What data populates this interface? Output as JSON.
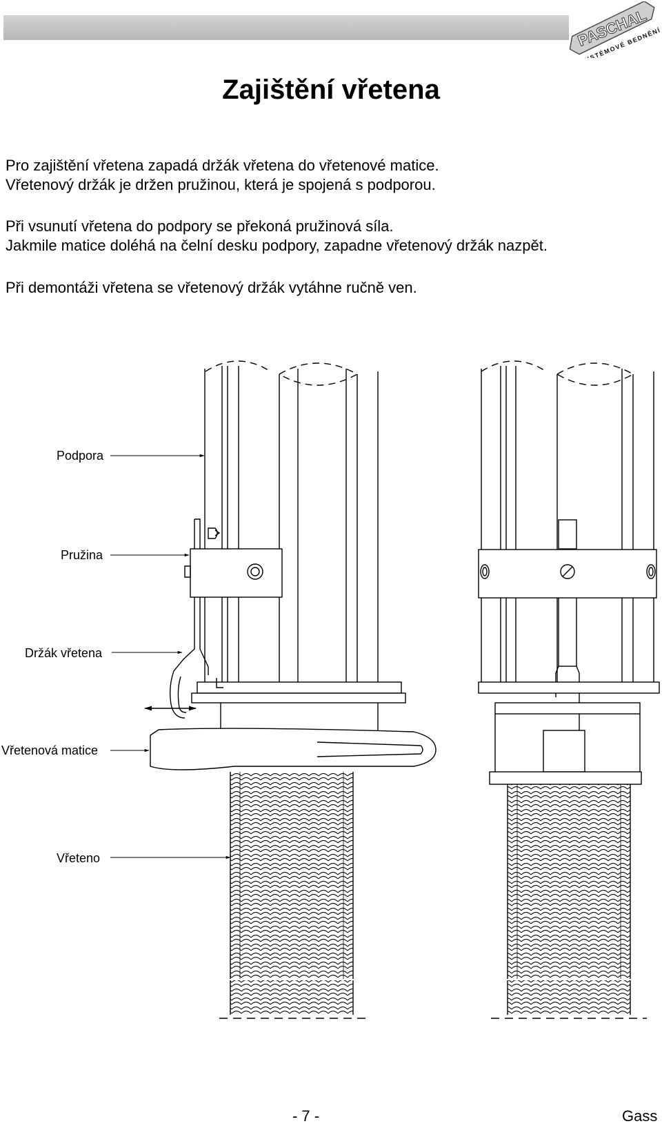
{
  "header": {
    "logo": {
      "name": "PASCHAL",
      "tagline": "SYSTÉMOVÉ BEDNĚNÍ"
    }
  },
  "title": "Zajištění vřetena",
  "paragraphs": [
    "Pro zajištění vřetena zapadá držák vřetena do vřetenové matice.\nVřetenový držák je držen pružinou, která je spojená s podporou.",
    "Při vsunutí vřetena do podpory se překoná pružinová síla.\nJakmile matice doléhá na čelní desku podpory, zapadne vřetenový držák nazpět.",
    "Při demontáži vřetena se vřetenový držák vytáhne ručně ven."
  ],
  "diagram": {
    "labels": [
      "Podpora",
      "Pružina",
      "Držák vřetena",
      "Vřetenová matice",
      "Vřeteno"
    ]
  },
  "footer": {
    "page": "- 7 -",
    "right": "Gass"
  }
}
